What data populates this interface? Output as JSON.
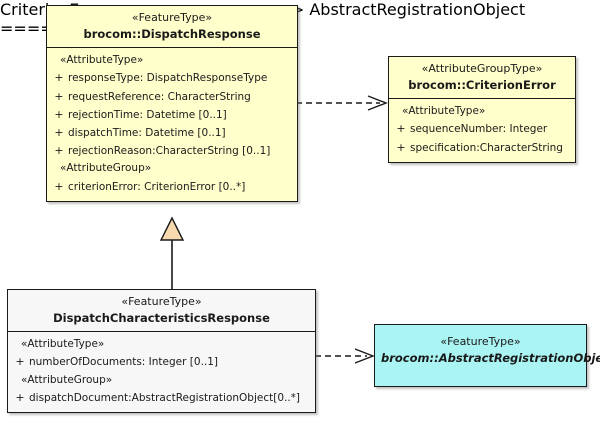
{
  "diagram": {
    "type": "uml-class-diagram",
    "background": "#ffffff",
    "colors": {
      "feature_type_fill": "#ffffcc",
      "attribute_group_type_fill": "#ffffcc",
      "subclass_fill": "#f7f7f7",
      "abstract_fill": "#aaf4f4",
      "border": "#1a1a1a",
      "generalization_triangle_fill": "#f7d9b0"
    }
  },
  "classes": {
    "dispatch_response": {
      "stereotype": "«FeatureType»",
      "name": "brocom::DispatchResponse",
      "sections": [
        {
          "group": "«AttributeType»",
          "attributes": [
            {
              "visibility": "+",
              "text": "responseType: DispatchResponseType"
            },
            {
              "visibility": "+",
              "text": "requestReference: CharacterString"
            },
            {
              "visibility": "+",
              "text": "rejectionTime: Datetime [0..1]"
            },
            {
              "visibility": "+",
              "text": "dispatchTime: Datetime [0..1]"
            },
            {
              "visibility": "+",
              "text": "rejectionReason:CharacterString [0..1]"
            }
          ]
        },
        {
          "group": "«AttributeGroup»",
          "attributes": [
            {
              "visibility": "+",
              "text": "criterionError: CriterionError [0..*]"
            }
          ]
        }
      ]
    },
    "criterion_error": {
      "stereotype": "«AttributeGroupType»",
      "name": "brocom::CriterionError",
      "sections": [
        {
          "group": "«AttributeType»",
          "attributes": [
            {
              "visibility": "+",
              "text": "sequenceNumber: Integer"
            },
            {
              "visibility": "+",
              "text": "specification:CharacterString"
            }
          ]
        }
      ]
    },
    "dispatch_characteristics_response": {
      "stereotype": "«FeatureType»",
      "name": "DispatchCharacteristicsResponse",
      "sections": [
        {
          "group": "«AttributeType»",
          "attributes": [
            {
              "visibility": "+",
              "text": "numberOfDocuments: Integer [0..1]"
            }
          ]
        },
        {
          "group": "«AttributeGroup»",
          "attributes": [
            {
              "visibility": "+",
              "text": "dispatchDocument:AbstractRegistrationObject[0..*]"
            }
          ]
        }
      ]
    },
    "abstract_registration_object": {
      "stereotype": "«FeatureType»",
      "name": "brocom::AbstractRegistrationObject",
      "sections": []
    }
  },
  "connectors": [
    {
      "id": "dep-dispatchresponse-criterionerror",
      "kind": "dependency",
      "style": "dashed-open-arrow",
      "from": "dispatch_response",
      "to": "criterion_error"
    },
    {
      "id": "gen-dispatchcharacteristics-dispatchresponse",
      "kind": "generalization",
      "style": "solid-hollow-triangle",
      "from": "dispatch_characteristics_response",
      "to": "dispatch_response"
    },
    {
      "id": "dep-dispatchcharacteristics-abstractregistrationobject",
      "kind": "dependency",
      "style": "dashed-open-arrow",
      "from": "dispatch_characteristics_response",
      "to": "abstract_registration_object"
    }
  ]
}
